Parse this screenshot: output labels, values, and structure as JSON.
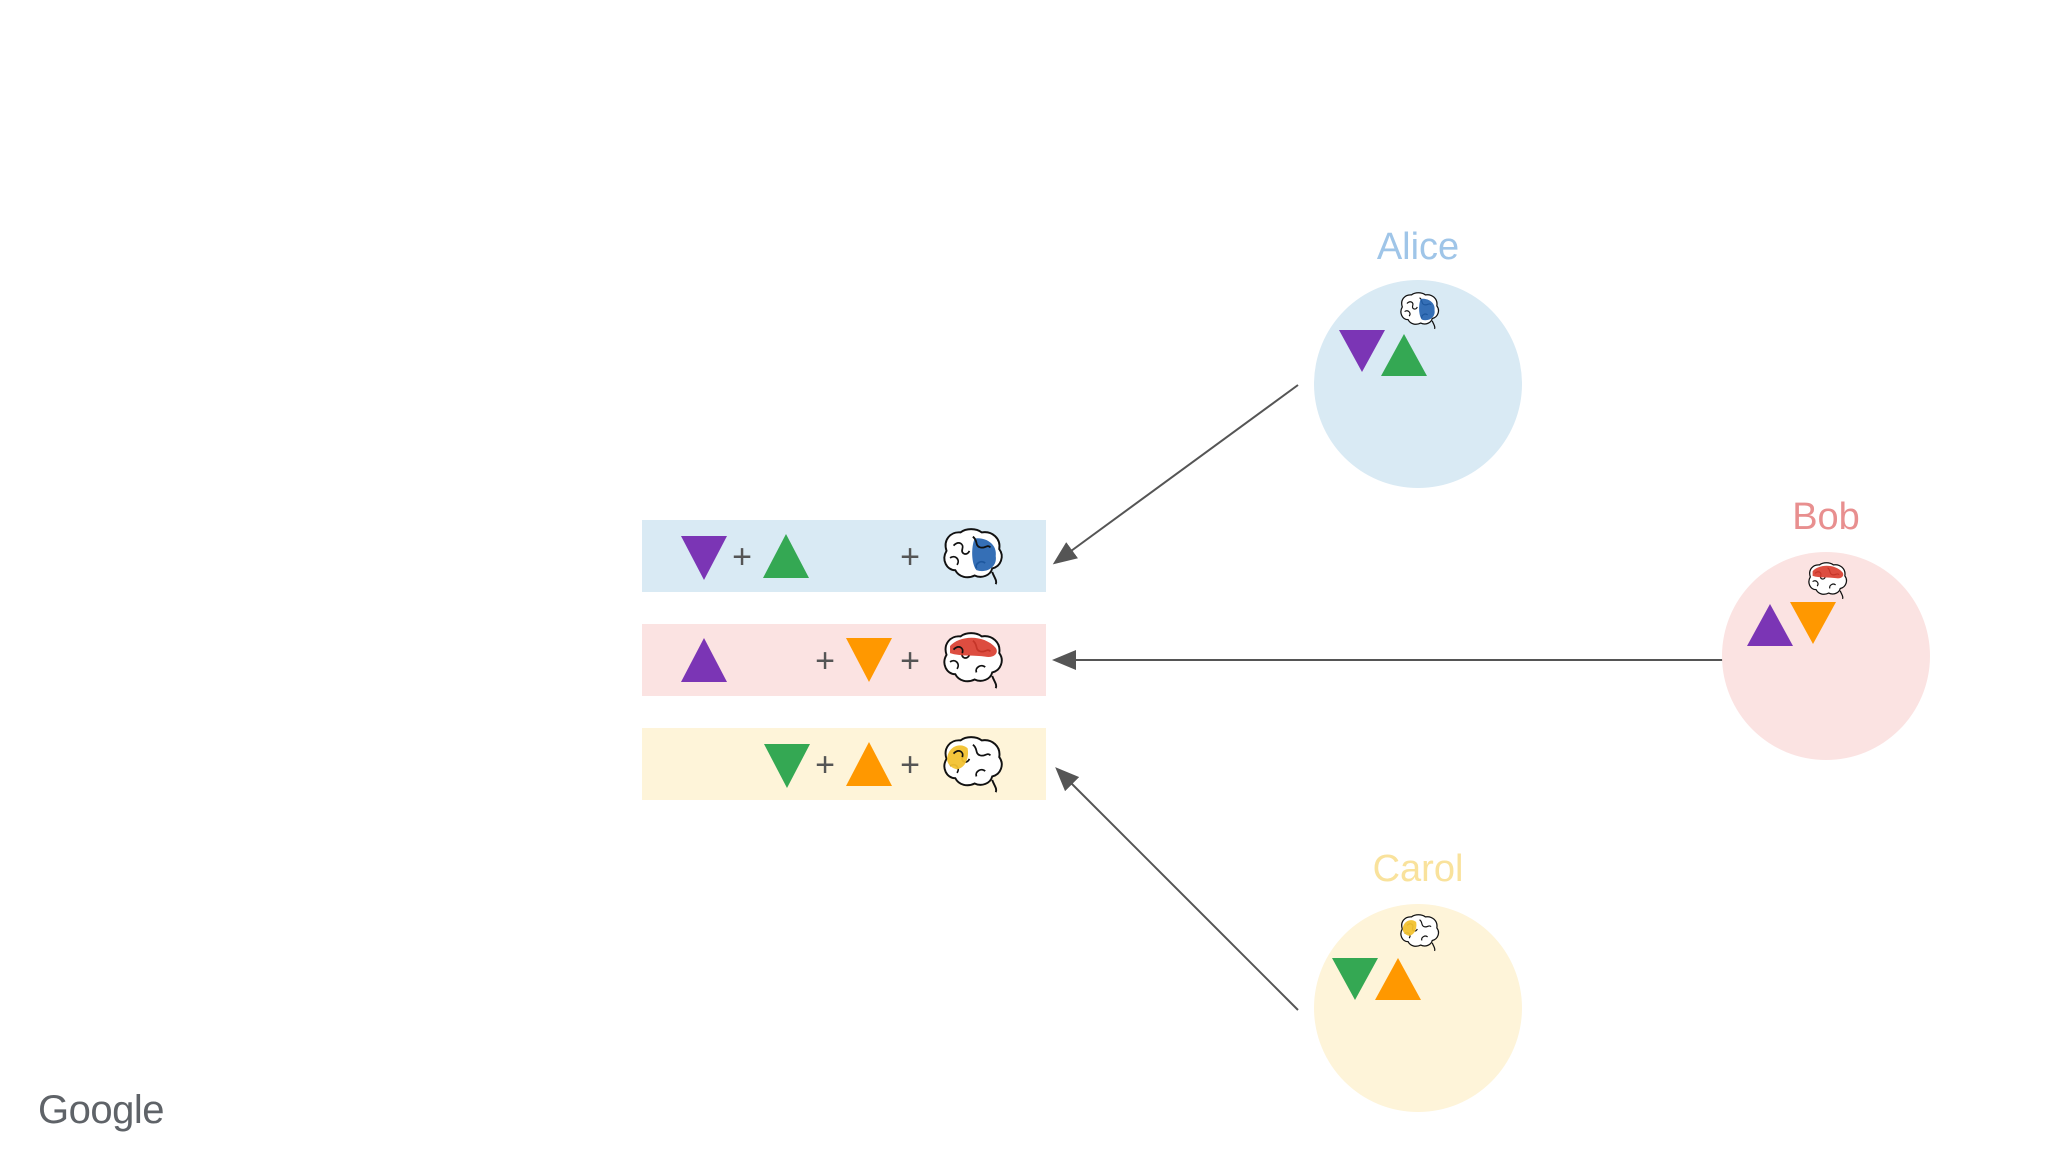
{
  "colors": {
    "purple": "#7b35b5",
    "green": "#34a853",
    "orange": "#ff9800",
    "blue_bg": "#d9eaf4",
    "red_bg": "#fbe3e2",
    "yellow_bg": "#fef4d9",
    "alice_label": "#9fc5e8",
    "bob_label": "#e88f8f",
    "carol_label": "#f9e29c",
    "brain_blue": "#1f5fae",
    "brain_red": "#d93a2b",
    "brain_yellow": "#f2c230",
    "arrow": "#555555"
  },
  "parties": [
    {
      "name": "Alice",
      "label_color": "alice_label",
      "bg": "blue_bg",
      "brain": "brain_blue"
    },
    {
      "name": "Bob",
      "label_color": "bob_label",
      "bg": "red_bg",
      "brain": "brain_red"
    },
    {
      "name": "Carol",
      "label_color": "carol_label",
      "bg": "yellow_bg",
      "brain": "brain_yellow"
    }
  ],
  "rows": [
    {
      "party": "Alice",
      "terms": [
        "purple-down-triangle",
        "plus",
        "green-up-triangle",
        "plus",
        "blue-brain"
      ]
    },
    {
      "party": "Bob",
      "terms": [
        "purple-up-triangle",
        "plus",
        "orange-down-triangle",
        "plus",
        "red-brain"
      ]
    },
    {
      "party": "Carol",
      "terms": [
        "green-down-triangle",
        "plus",
        "orange-up-triangle",
        "plus",
        "yellow-brain"
      ]
    }
  ],
  "plus_symbol": "+",
  "footer": {
    "logo": "Google"
  }
}
